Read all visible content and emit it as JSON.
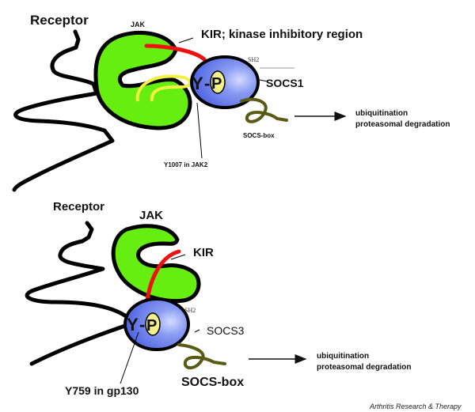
{
  "colors": {
    "jak": "#66ee11",
    "kir": "#ee1111",
    "socs": "#5a72e6",
    "socs_highlight": "#c8d2ff",
    "phospho": "#f4f08a",
    "yellow_loop": "#f2f040",
    "socs_box": "#5a5a14",
    "outline": "#000000"
  },
  "top_panel": {
    "receptor_label": "Receptor",
    "jak_label": "JAK",
    "kir_label": "KIR; kinase inhibitory region",
    "sh2_label": "SH2",
    "socs_label": "SOCS1",
    "y_label": "Y",
    "dash_label": "-",
    "p_label": "P",
    "socs_box_label": "SOCS-box",
    "site_label": "Y1007 in JAK2",
    "outcome_line1": "ubiquitination",
    "outcome_line2": "proteasomal degradation"
  },
  "bottom_panel": {
    "receptor_label": "Receptor",
    "jak_label": "JAK",
    "kir_label": "KIR",
    "sh2_label": "SH2",
    "socs_label": "SOCS3",
    "y_label": "Y",
    "dash_label": "-",
    "p_label": "P",
    "socs_box_label": "SOCS-box",
    "site_label": "Y759 in gp130",
    "outcome_line1": "ubiquitination",
    "outcome_line2": "proteasomal degradation"
  },
  "credit": "Arthritis Research & Therapy"
}
